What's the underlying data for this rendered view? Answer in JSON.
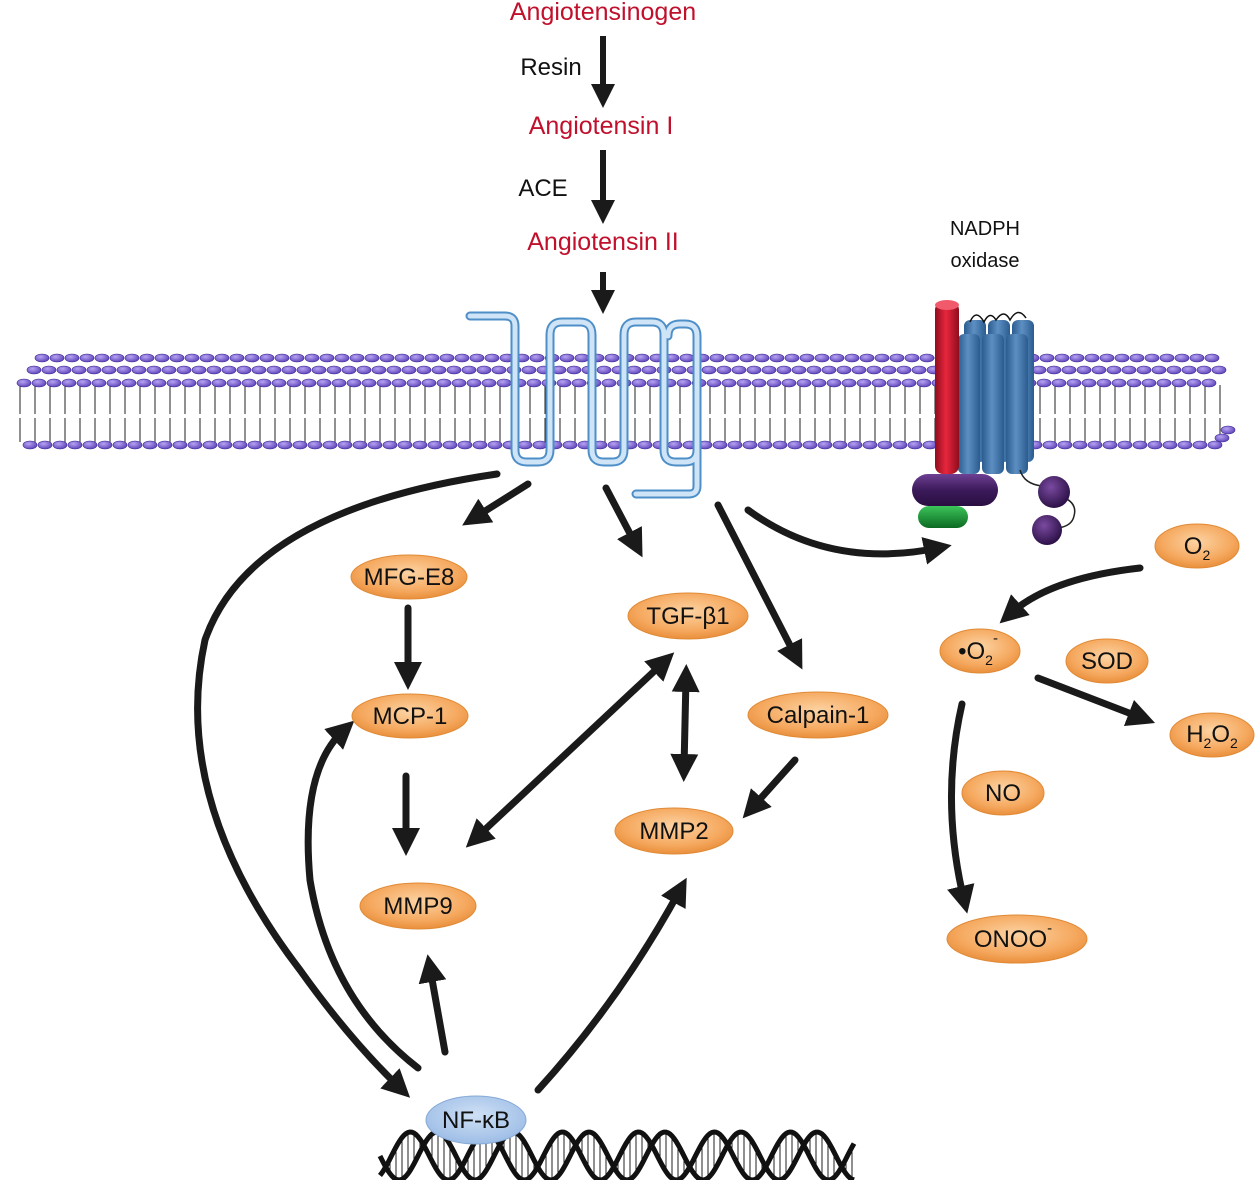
{
  "cascade": {
    "angiotensinogen": "Angiotensinogen",
    "enzyme1": "Resin",
    "angiotensin1": "Angiotensin I",
    "enzyme2": "ACE",
    "angiotensin2": "Angiotensin II"
  },
  "nadph": {
    "line1": "NADPH",
    "line2": "oxidase"
  },
  "nodes": {
    "mfge8": "MFG-E8",
    "mcp1": "MCP-1",
    "mmp9": "MMP9",
    "tgfb1": "TGF-β1",
    "calpain1": "Calpain-1",
    "mmp2": "MMP2",
    "nfkb": "NF-κB",
    "o2": {
      "main": "O",
      "sub": "2"
    },
    "superoxide": {
      "dot": "•",
      "main": "O",
      "sub": "2",
      "sup": "-"
    },
    "sod": "SOD",
    "h2o2": {
      "h": "H",
      "sub1": "2",
      "o": "O",
      "sub2": "2"
    },
    "no": "NO",
    "onoo": {
      "main": "ONOO",
      "sup": "-"
    }
  },
  "colors": {
    "angiotensin_text": "#c0102c",
    "node_fill": "#f4a860",
    "nfkb_fill": "#a9c6ea",
    "receptor": "#a8cdea",
    "nadph_red": "#d4122b",
    "nadph_blue": "#4a79ad",
    "lipid_head": "#7b5fd0"
  }
}
